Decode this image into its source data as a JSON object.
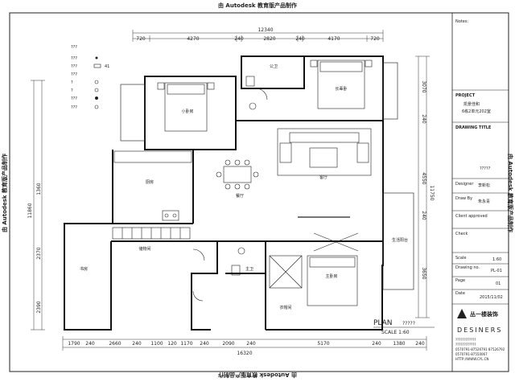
{
  "watermark": {
    "top": "由 Autodesk 教育版产品制作",
    "bottom": "由 Autodesk 教育版产品制作",
    "left": "由 Autodesk 教育版产品制作",
    "right": "由 Autodesk 教育版产品制作"
  },
  "dimensions": {
    "top_total": "12340",
    "top_segments": [
      "720",
      "4270",
      "240",
      "2820",
      "240",
      "4170",
      "720"
    ],
    "bottom_total": "16320",
    "bottom_segments": [
      "1790",
      "240",
      "2660",
      "240",
      "1100",
      "120",
      "1170",
      "240",
      "2090",
      "240",
      "5170",
      "240",
      "1380",
      "240"
    ],
    "left_total": "11860",
    "left_segments": [
      "1360",
      "2370",
      "2390"
    ],
    "right_total": "11750",
    "right_segments": [
      "3070",
      "240",
      "4550",
      "240",
      "3650"
    ]
  },
  "legend": {
    "rows": [
      "???",
      "???",
      "???",
      "???",
      "?",
      "?",
      "???",
      "???"
    ],
    "extra": "41"
  },
  "rooms": {
    "small_bedroom": "小卧房",
    "guest_bedroom": "长辈卧",
    "bathroom_top": "公卫",
    "kitchen": "厨房",
    "dining": "餐厅",
    "living": "客厅",
    "storage": "储物间",
    "study": "书房",
    "master_bath": "主卫",
    "master_bedroom": "主卧房",
    "wardrobe": "衣帽间",
    "balcony": "生活阳台"
  },
  "plan": {
    "label": "PLAN",
    "title_marks": "?????",
    "scale": "SCALE 1:60"
  },
  "title_block": {
    "notes": "Notes:",
    "project_label": "PROJECT",
    "project_name": "凯景佳和",
    "project_unit": "6栋2单元202室",
    "drawing_title_label": "DRAWING TITLE",
    "drawing_title": "?????",
    "designer_label": "Designer",
    "designer": "李新松",
    "drawn_label": "Draw By",
    "drawn": "朱永青",
    "client_label": "Client approved",
    "check_label": "Check",
    "scale_label": "Scale",
    "scale": "1:60",
    "drawing_no_label": "Drawing no.",
    "drawing_no": "PL-01",
    "page_label": "Page",
    "page": "01",
    "date_label": "Date",
    "date": "2015/11/02",
    "company": "丛一楼装饰",
    "brand": "DESINERS",
    "contact": [
      "????????????",
      "????????????",
      "0570791-87526791  87526792",
      "0570791-87550067",
      "HTTP://WWW.CYL.CN"
    ]
  }
}
